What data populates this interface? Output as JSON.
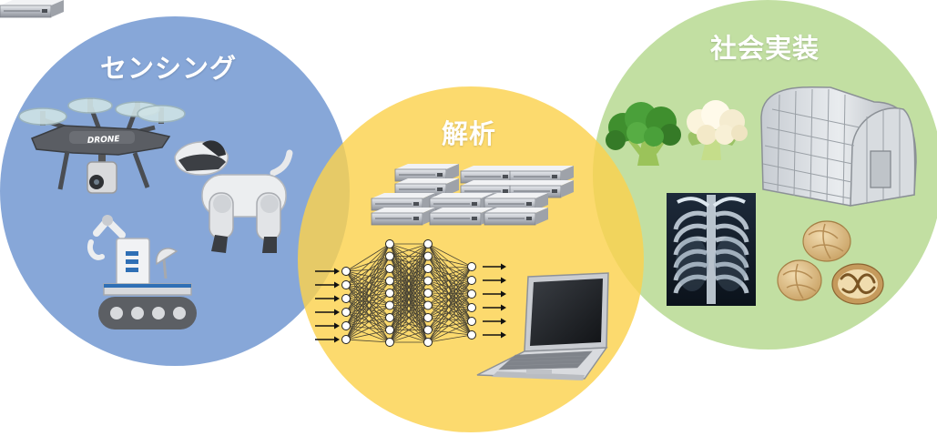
{
  "circles": [
    {
      "id": "sensing",
      "label": "センシング",
      "color": "#7fa1d6"
    },
    {
      "id": "analysis",
      "label": "解析",
      "color": "#fbd24e"
    },
    {
      "id": "deployment",
      "label": "社会実装",
      "color": "#bedd9c"
    }
  ],
  "drone": {
    "text": "DRONE"
  }
}
